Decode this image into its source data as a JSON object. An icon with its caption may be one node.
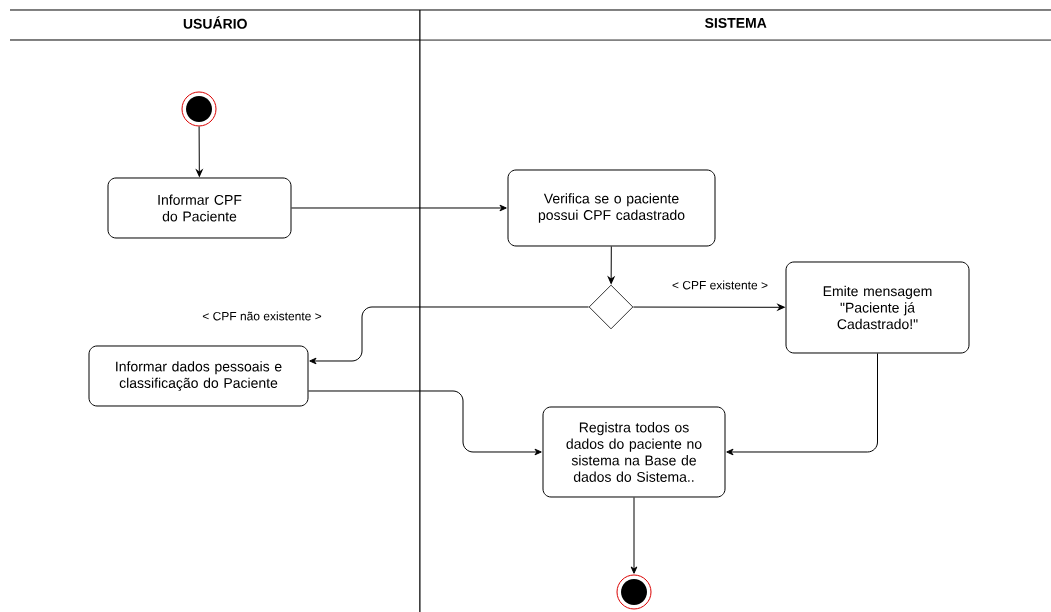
{
  "diagram": {
    "nodes": [
      {
        "text": [
          "USUÁRIO"
        ]
      },
      {
        "text": [
          "SISTEMA"
        ]
      },
      {
        "text": [],
        "shape": "circle",
        "in": 0
      },
      {
        "text": [
          "Informar CPF do Paciente"
        ],
        "in": 0
      },
      {
        "text": [
          "Verifica se o paciente possui CPF cadastrado"
        ],
        "in": 1
      },
      {
        "text": [],
        "shape": "diamond",
        "in": 1
      },
      {
        "text": [
          "Emite mensagem \"Paciente já Cadastrado!\""
        ],
        "in": 1
      },
      {
        "text": [
          "Informar dados pessoais e classificação do Paciente"
        ],
        "in": 0
      },
      {
        "text": [
          "Registra todos os dados do paciente no sistema na Base de dados do Sistema.."
        ],
        "in": 1
      },
      {
        "text": [],
        "shape": "circle",
        "in": 1
      }
    ],
    "edges": [
      {
        "from": 2,
        "to": 3,
        "arrow": "to"
      },
      {
        "from": 3,
        "to": 4,
        "arrow": "to"
      },
      {
        "from": 4,
        "to": 5,
        "arrow": "to"
      },
      {
        "from": 5,
        "to": 6,
        "arrow": "to",
        "label": "< CPF existente >"
      },
      {
        "from": 5,
        "to": 7,
        "arrow": "to",
        "label": "< CPF não existente >"
      },
      {
        "from": 7,
        "to": 8,
        "arrow": "to"
      },
      {
        "from": 6,
        "to": 8,
        "arrow": "to"
      },
      {
        "from": 8,
        "to": 9,
        "arrow": "to"
      }
    ]
  }
}
